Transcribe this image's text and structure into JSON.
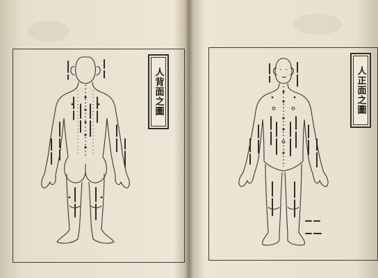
{
  "left_page": {
    "title": "人背面之圖",
    "figure": "back-view-acupuncture-figure"
  },
  "right_page": {
    "title": "人正面之圖",
    "figure": "front-view-acupuncture-figure"
  },
  "colors": {
    "paper": "#ece6d6",
    "ink": "#2e2b27"
  }
}
